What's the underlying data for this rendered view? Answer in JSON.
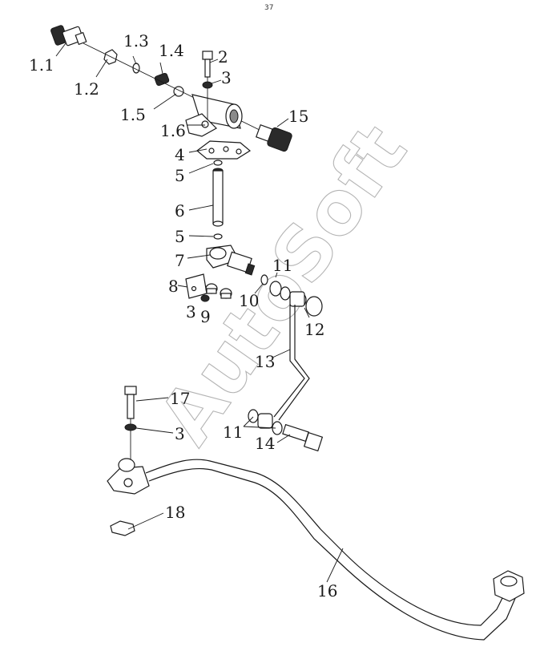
{
  "watermark": "AutoSoft",
  "top_mark": "37",
  "callouts": {
    "c1_1": "1.1",
    "c1_2": "1.2",
    "c1_3": "1.3",
    "c1_4": "1.4",
    "c1_5": "1.5",
    "c1_6": "1.6",
    "c2": "2",
    "c3a": "3",
    "c15": "15",
    "c4": "4",
    "c5a": "5",
    "c6": "6",
    "c5b": "5",
    "c7": "7",
    "c11a": "11",
    "c8": "8",
    "c10": "10",
    "c3b": "3",
    "c9": "9",
    "c12": "12",
    "c13": "13",
    "c17": "17",
    "c3c": "3",
    "c11b": "11",
    "c14": "14",
    "c18": "18",
    "c16": "16"
  }
}
